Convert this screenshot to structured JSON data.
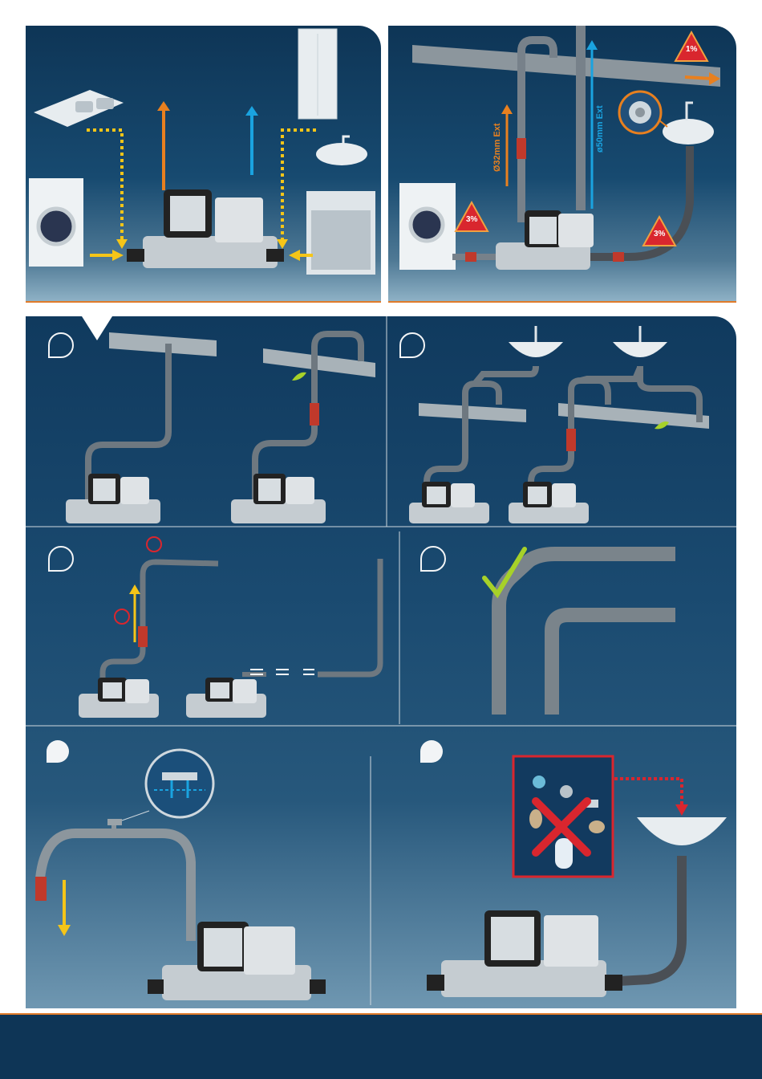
{
  "labels": {
    "pipe_32": "Ø32mm Ext",
    "pipe_50": "ø50mm Ext",
    "slope_top": "1%",
    "slope_left": "3%",
    "slope_right": "3%"
  },
  "colors": {
    "background": "#0e3556",
    "accent": "#e07b2a",
    "orange_arrow": "#e8801f",
    "blue_arrow": "#1aa3e0",
    "yellow_arrow": "#f5c518",
    "warning_red": "#d9262e",
    "check_green": "#a7d129"
  },
  "icons": [
    "washing-machine-icon",
    "sink-icon",
    "shower-icon",
    "washbasin-icon",
    "dishwasher-icon",
    "pump-unit-icon",
    "check-icon",
    "prohibited-icon",
    "warning-triangle-icon",
    "filter-icon"
  ]
}
